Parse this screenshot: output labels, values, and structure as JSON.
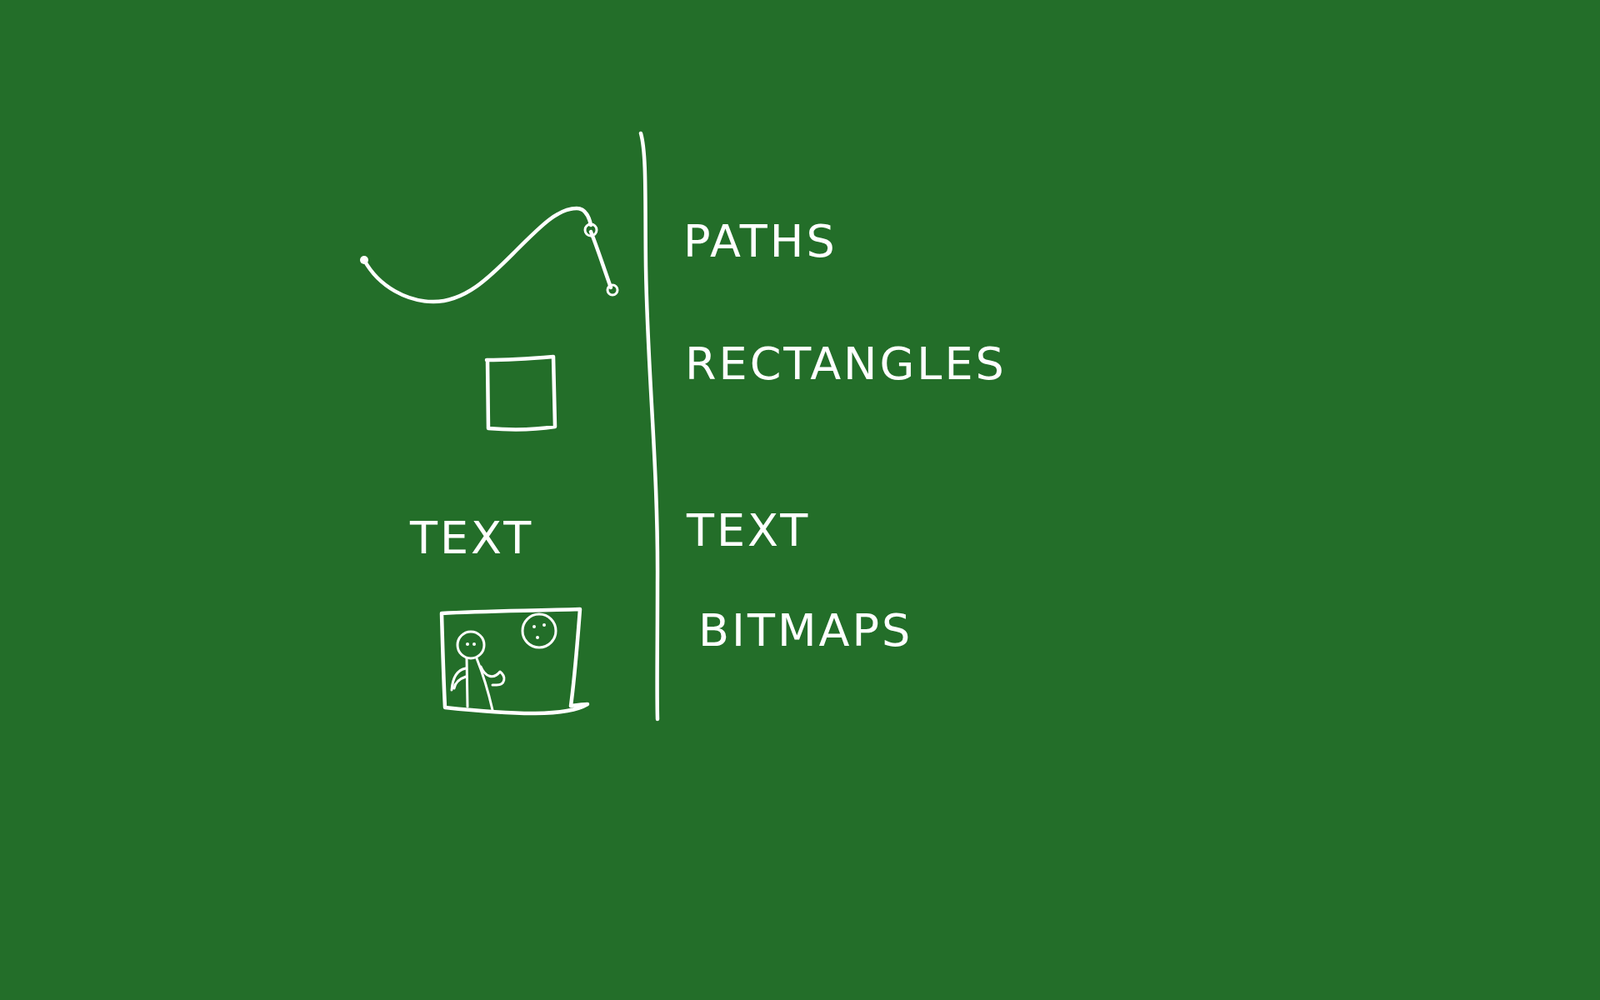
{
  "diagram": {
    "labels": [
      "PATHS",
      "RECTANGLES",
      "TEXT",
      "TEXT",
      "BITMAPS"
    ]
  }
}
